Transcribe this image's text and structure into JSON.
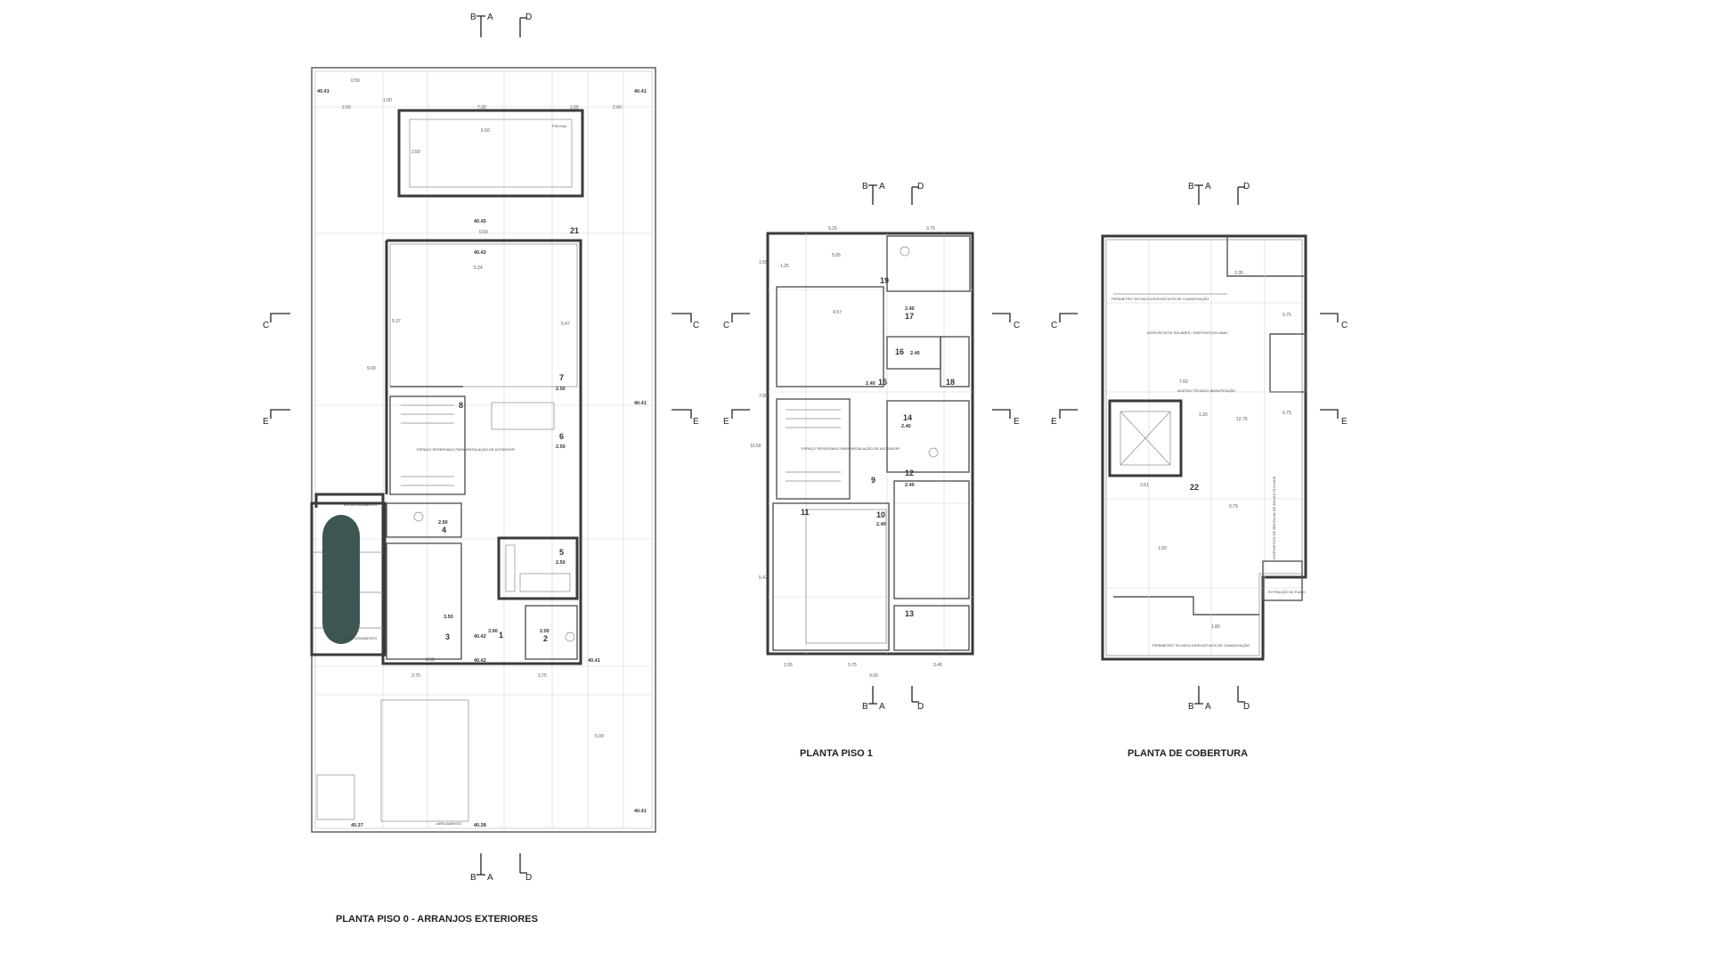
{
  "plans": {
    "ground": {
      "title": "PLANTA PISO 0 - ARRANJOS EXTERIORES",
      "rooms": [
        {
          "n": "1",
          "a": "3.90"
        },
        {
          "n": "2",
          "a": "2.00"
        },
        {
          "n": "3",
          "a": "3.50"
        },
        {
          "n": "4",
          "a": "2.50"
        },
        {
          "n": "5",
          "a": "2.50"
        },
        {
          "n": "6",
          "a": "2.50"
        },
        {
          "n": "7",
          "a": "2.50"
        },
        {
          "n": "8",
          "a": ""
        },
        {
          "n": "21",
          "a": ""
        }
      ],
      "levels": [
        "40.41",
        "40.45",
        "40.42",
        "40.42",
        "40.41",
        "40.42",
        "40.41",
        "40.41",
        "40.37",
        "40.38",
        "40.41"
      ],
      "labels": {
        "pool": "PISCINA",
        "elevator": "ESPAÇO RESERVADO PARA INSTALAÇÃO DE ASCENSOR",
        "parking_top": "ESTACIONAMENTO",
        "parking_bottom": "ESTACIONAMENTO",
        "bottom_edge": "ARRUAMENTO"
      },
      "dims": [
        "0.50",
        "1.00",
        "7.00",
        "1.00",
        "2.60",
        "2.60",
        "6.50",
        "2.50",
        "0.50",
        "5.24",
        "5.37",
        "5.47",
        "9.00",
        "0.50",
        "3.75",
        "3.75",
        "5.00"
      ]
    },
    "first": {
      "title": "PLANTA PISO 1",
      "rooms": [
        {
          "n": "9",
          "a": ""
        },
        {
          "n": "10",
          "a": "2.40"
        },
        {
          "n": "11",
          "a": ""
        },
        {
          "n": "12",
          "a": "2.40"
        },
        {
          "n": "13",
          "a": ""
        },
        {
          "n": "14",
          "a": "2.40"
        },
        {
          "n": "15",
          "a": "2.40"
        },
        {
          "n": "16",
          "a": "2.40"
        },
        {
          "n": "17",
          "a": "2.40"
        },
        {
          "n": "18",
          "a": ""
        },
        {
          "n": "19",
          "a": ""
        }
      ],
      "labels": {
        "elevator": "ESPAÇO RESERVADO PARA INSTALAÇÃO DE ASCENSOR"
      },
      "dims": [
        "5.25",
        "3.75",
        "1.55",
        "5.05",
        "1.25",
        "4.57",
        "5.47",
        "1.55",
        "3.75",
        "3.45",
        "9.00",
        "10.50",
        "7.00"
      ]
    },
    "roof": {
      "title": "PLANTA DE COBERTURA",
      "rooms": [
        {
          "n": "22",
          "a": ""
        }
      ],
      "labels": {
        "perimeter_top": "PERIMETRO TECNICO DISPOSITIVOS DE CLIMATIZAÇÃO",
        "solar": "DISPOSITIVOS SOLARES / DISPOSITIVOS AVAC",
        "access": "ACESSO TÉCNICO MANUTENÇÃO",
        "extraction": "EXTRAÇÃO DE FUMO",
        "side_note": "DISPOSITIVO DE RECOLHA DE ÁGUAS PLUVIAIS",
        "perimeter_bottom": "PERIMETRO TECNICO DISPOSITIVOS DE CLIMATIZAÇÃO"
      },
      "dims": [
        "3.35",
        "0.75",
        "7.60",
        "1.20",
        "12.75",
        "0.79",
        "0.75",
        "1.80",
        "3.51",
        "1.50"
      ]
    }
  },
  "section_markers": {
    "b": "B",
    "a": "A",
    "c": "C",
    "d": "D",
    "e": "E"
  },
  "colors": {
    "car": "#3d5553",
    "wall": "#3a3a3a",
    "grid": "#c9d3e2"
  }
}
